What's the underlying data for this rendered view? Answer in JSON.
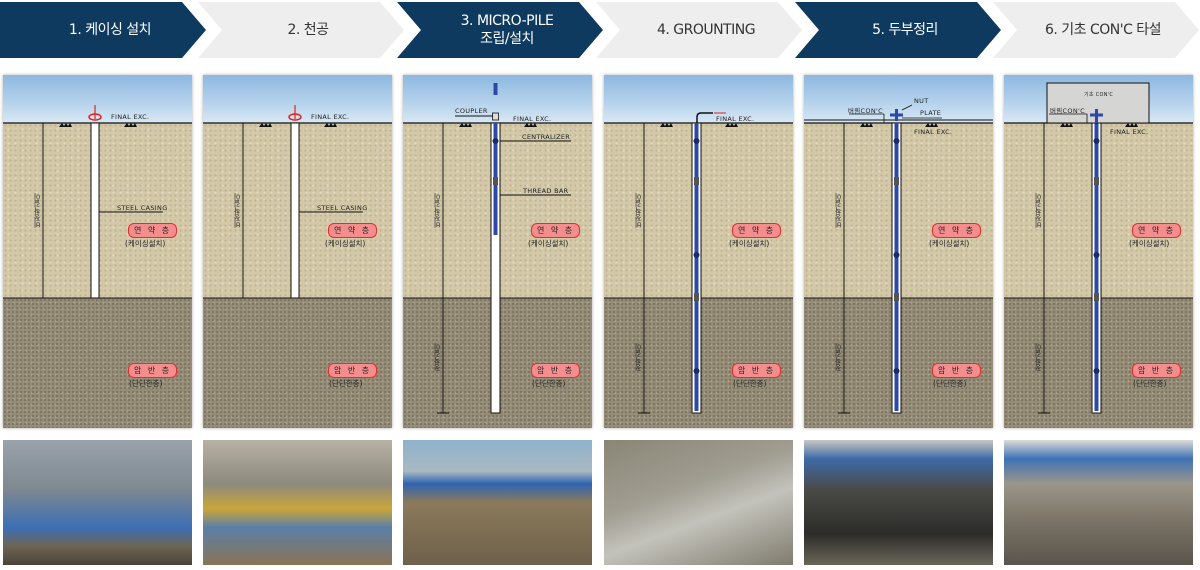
{
  "steps": [
    {
      "label": "1. 케이싱 설치",
      "active": true
    },
    {
      "label": "2. 천공",
      "active": false
    },
    {
      "label": "3. MICRO-PILE\n조립/설치",
      "active": true
    },
    {
      "label": "4. GROUNTING",
      "active": false
    },
    {
      "label": "5. 두부정리",
      "active": true
    },
    {
      "label": "6. 기초 CON'C 타설",
      "active": false
    }
  ],
  "layers": {
    "soft": "연 약 층",
    "soft_sub": "(케이싱설치)",
    "rock": "암 반 층",
    "rock_sub": "(단단한층)",
    "unanchored": "비정착길이",
    "anchored": "정착길이"
  },
  "panels": [
    {
      "labels": {
        "final_exc": "FINAL EXC.",
        "steel_casing": "STEEL CASING"
      }
    },
    {
      "labels": {
        "final_exc": "FINAL EXC.",
        "steel_casing": "STEEL CASING"
      }
    },
    {
      "labels": {
        "coupler": "COUPLER",
        "final_exc": "FINAL EXC.",
        "centralizer": "CENTRALIZER",
        "thread_bar": "THREAD BAR"
      }
    },
    {
      "labels": {
        "final_exc": "FINAL EXC."
      }
    },
    {
      "labels": {
        "lean_conc": "버림CON'C",
        "nut": "NUT",
        "plate": "PLATE",
        "final_exc": "FINAL EXC."
      }
    },
    {
      "labels": {
        "footing_conc": "기초 CON'C",
        "lean_conc": "버림CON'C",
        "final_exc": "FINAL EXC."
      }
    }
  ],
  "photos": [
    {
      "name": "casing-install-photo"
    },
    {
      "name": "drilling-photo"
    },
    {
      "name": "micropile-assembly-photo"
    },
    {
      "name": "grouting-photo"
    },
    {
      "name": "head-trimming-photo"
    },
    {
      "name": "footing-concrete-photo"
    }
  ],
  "colors": {
    "step_dark": "#0f3a5f",
    "step_light": "#eeeeee",
    "pill": "#f48d8d",
    "pipe": "#2d48a8"
  }
}
